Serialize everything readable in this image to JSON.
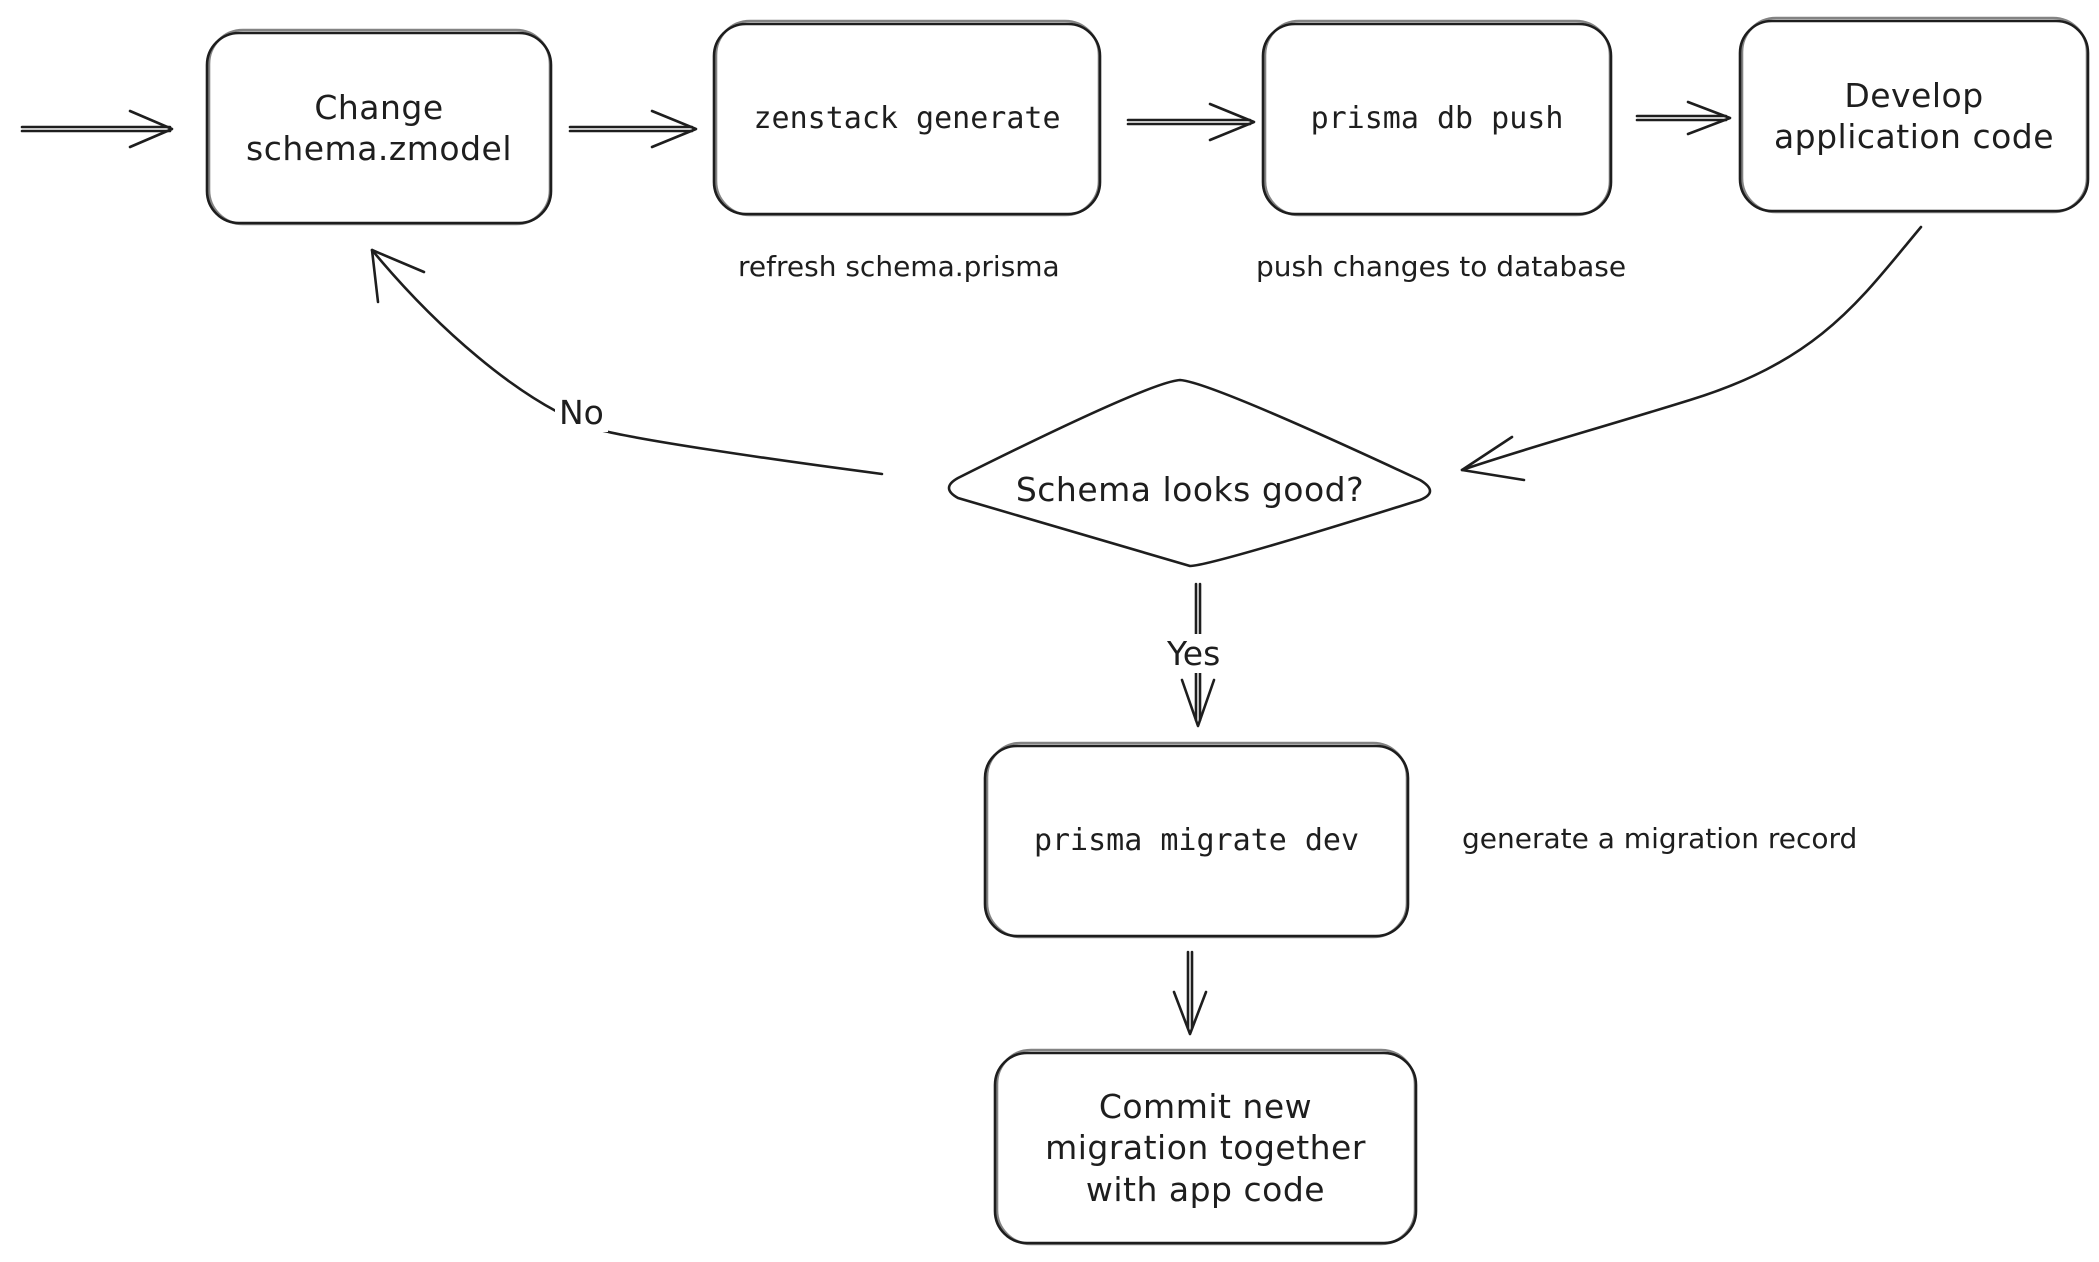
{
  "nodes": {
    "change_schema": "Change\nschema.zmodel",
    "zenstack_generate": "zenstack generate",
    "prisma_db_push": "prisma db push",
    "develop_code": "Develop\napplication code",
    "schema_check": "Schema looks good?",
    "prisma_migrate_dev": "prisma migrate dev",
    "commit_migration": "Commit new\nmigration together\nwith app code"
  },
  "notes": {
    "refresh": "refresh schema.prisma",
    "push": "push changes to database",
    "migration_record": "generate a migration record"
  },
  "edge_labels": {
    "no": "No",
    "yes": "Yes"
  },
  "colors": {
    "stroke": "#1e1e1e",
    "background": "#ffffff"
  }
}
